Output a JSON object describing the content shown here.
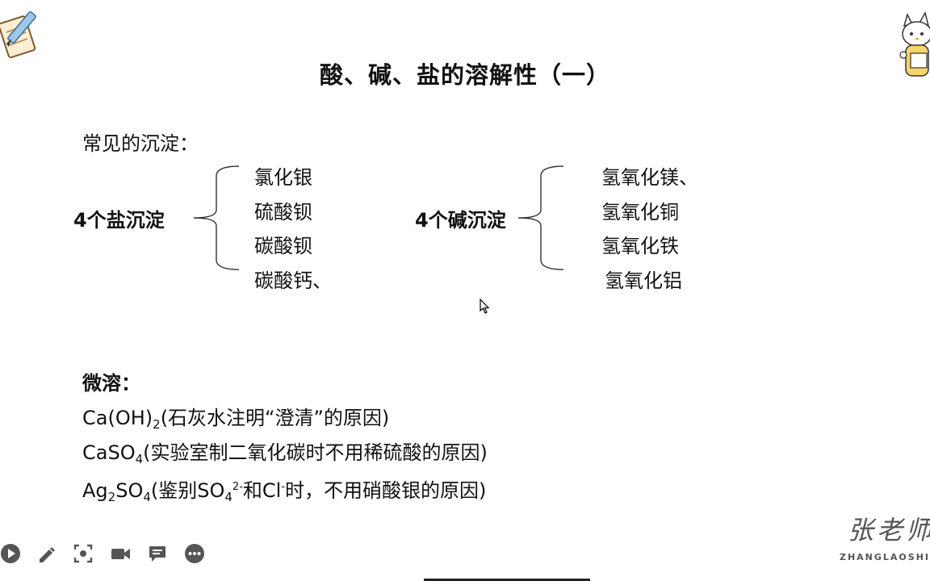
{
  "title": "酸、碱、盐的溶解性（一）",
  "common_precipitates_label": "常见的沉淀：",
  "salt_group": {
    "label": "4个盐沉淀",
    "items": [
      "氯化银",
      "硫酸钡",
      "碳酸钡",
      "碳酸钙、"
    ]
  },
  "base_group": {
    "label": "4个碱沉淀",
    "items": [
      "氢氧化镁、",
      "氢氧化铜",
      "氢氧化铁",
      "氢氧化铝"
    ]
  },
  "slightly_soluble": {
    "label": "微溶：",
    "line1": {
      "formula_a": "Ca(OH)",
      "sub": "2",
      "note": "(石灰水注明“澄清”的原因)"
    },
    "line2": {
      "formula_a": "CaSO",
      "sub": "4",
      "note": "(实验室制二氧化碳时不用稀硫酸的原因)"
    },
    "line3": {
      "formula_a": "Ag",
      "sub1": "2",
      "formula_b": "SO",
      "sub2": "4",
      "note_a": "(鉴别SO",
      "sub3": "4",
      "sup": "2-",
      "note_b": "和Cl",
      "sup2": "-",
      "note_c": "时，不用硝酸银的原因)"
    }
  },
  "watermark": {
    "logo_text": "张老师",
    "sub_text": "ZHANGLAOSHI"
  },
  "toolbar_icons": [
    "play-icon",
    "pencil-icon",
    "screenshot-icon",
    "camera-icon",
    "comment-icon",
    "more-icon"
  ]
}
